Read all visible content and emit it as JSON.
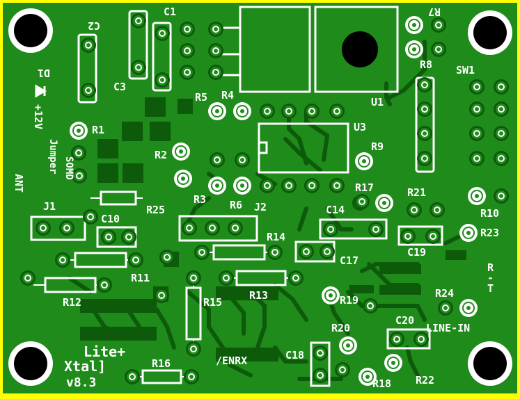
{
  "board": {
    "title_lines": [
      "Lite+",
      "Xtal]",
      "v8.3"
    ],
    "net_label": "/ENRX",
    "line_in_label": "LINE-IN",
    "rt_label": "R\n-\nT",
    "ant_label": "ANT",
    "power_label": "+12V",
    "jumper_label": "Jumper\nSOMD",
    "colors": {
      "substrate": "#ffff00",
      "copper_fill": "#1e8b1a",
      "trace_dark": "#0d5a0b",
      "silkscreen": "#ffffff",
      "drill": "#000000"
    }
  },
  "designators": {
    "C1": "C1",
    "C2": "C2",
    "C3": "C3",
    "D1": "D1",
    "R1": "R1",
    "R2": "R2",
    "R3": "R3",
    "R4": "R4",
    "R5": "R5",
    "R6": "R6",
    "R7": "R7",
    "R8": "R8",
    "R9": "R9",
    "R10": "R10",
    "R11": "R11",
    "R12": "R12",
    "R13": "R13",
    "R14": "R14",
    "R15": "R15",
    "R16": "R16",
    "R17": "R17",
    "R18": "R18",
    "R19": "R19",
    "R20": "R20",
    "R21": "R21",
    "R22": "R22",
    "R23": "R23",
    "R24": "R24",
    "R25": "R25",
    "C10": "C10",
    "C14": "C14",
    "C17": "C17",
    "C18": "C18",
    "C19": "C19",
    "C20": "C20",
    "J1": "J1",
    "J2": "J2",
    "U1": "U1",
    "U3": "U3",
    "SW1": "SW1"
  }
}
